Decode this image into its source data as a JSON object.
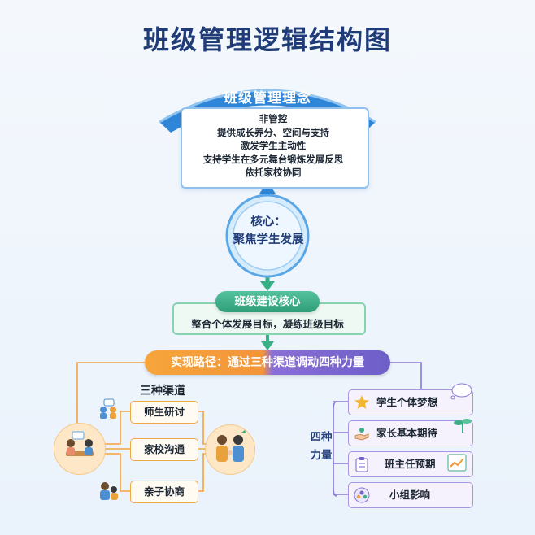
{
  "title": "班级管理逻辑结构图",
  "philosophy": {
    "heading": "班级管理理念",
    "lines": [
      "非管控",
      "提供成长养分、空间与支持",
      "激发学生主动性",
      "支持学生在多元舞台锻炼发展反思",
      "依托家校协同"
    ]
  },
  "core": {
    "line1": "核心：",
    "line2": "聚焦学生发展"
  },
  "class_building": {
    "heading": "班级建设核心",
    "text": "整合个体发展目标，凝练班级目标"
  },
  "path": {
    "label": "实现路径：通过三种渠道调动四种力量"
  },
  "channels": {
    "title": "三种渠道",
    "items": [
      "师生研讨",
      "家校沟通",
      "亲子协商"
    ]
  },
  "forces": {
    "title_line1": "四种",
    "title_line2": "力量",
    "items": [
      "学生个体梦想",
      "家长基本期待",
      "班主任预期",
      "小组影响"
    ]
  },
  "colors": {
    "blue": "#2e7fd6",
    "green": "#3aae85",
    "orange": "#f39a3a",
    "purple": "#7563cc"
  }
}
